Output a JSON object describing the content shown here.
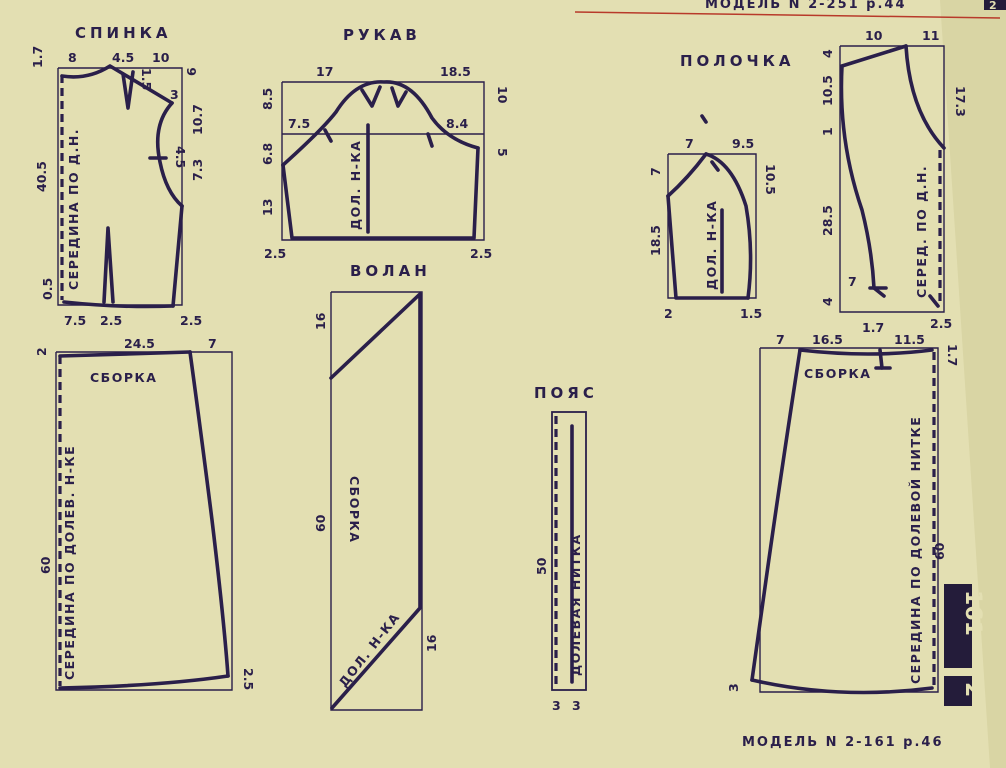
{
  "header": {
    "top_model": "МОДЕЛЬ N 2-251 p.44",
    "corner_digit": "2"
  },
  "badge": {
    "digit": "2",
    "number": "161"
  },
  "footer": {
    "model": "МОДЕЛЬ N 2-161 p.46"
  },
  "spinka": {
    "title": "СПИНКА",
    "center_label": "СЕРЕДИНА ПО Д.Н.",
    "dims": {
      "top_left": "1.7",
      "top_8": "8",
      "top_45": "4.5",
      "top_10": "10",
      "top_right": "6",
      "dart_15": "1.5",
      "side_3": "3",
      "side_107": "10.7",
      "mark_45": "4.5",
      "side_73": "7.3",
      "left_405": "40.5",
      "bottom_left": "0.5",
      "bottom_75": "7.5",
      "bottom_25a": "2.5",
      "bottom_25b": "2.5"
    }
  },
  "rukav": {
    "title": "РУКАВ",
    "grain_label": "ДОЛ. Н-КА",
    "dims": {
      "top_17": "17",
      "top_185": "18.5",
      "left_85": "8.5",
      "right_10": "10",
      "left_75": "7.5",
      "right_84": "8.4",
      "left_68": "6.8",
      "right_5": "5",
      "left_13": "13",
      "bottom_25a": "2.5",
      "bottom_25b": "2.5"
    }
  },
  "polochka_top": {
    "title": "ПОЛОЧКА",
    "grain_label": "ДОЛ. Н-КА",
    "dims": {
      "top_7": "7",
      "top_95": "9.5",
      "left_7": "7",
      "right_105": "10.5",
      "left_185": "18.5",
      "bottom_2": "2",
      "bottom_15": "1.5"
    }
  },
  "polochka": {
    "center_label": "СЕРЕД. ПО Д.Н.",
    "dims": {
      "top_10": "10",
      "top_11": "11",
      "left_4": "4",
      "right_173": "17.3",
      "left_105": "10.5",
      "left_1": "1",
      "left_285": "28.5",
      "mid_7": "7",
      "left_4b": "4",
      "bottom_25": "2.5"
    }
  },
  "volan": {
    "title": "ВОЛАН",
    "gather_label": "СБОРКА",
    "grain_label": "ДОЛ. Н-КА",
    "dims": {
      "top_16": "16",
      "left_60": "60",
      "right_16": "16"
    }
  },
  "poyas": {
    "title": "ПОЯС",
    "grain_label": "ДОЛЕВАЯ НИТКА",
    "dims": {
      "left_50": "50",
      "bottom_3a": "3",
      "bottom_3b": "3"
    }
  },
  "skirt_back": {
    "gather_label": "СБОРКА",
    "center_label": "СЕРЕДИНА ПО ДОЛЕВ. Н-КЕ",
    "dims": {
      "top_2": "2",
      "top_245": "24.5",
      "top_7": "7",
      "left_60": "60",
      "bottom_25": "2.5"
    }
  },
  "skirt_front": {
    "gather_label": "СБОРКА",
    "center_label": "СЕРЕДИНА ПО ДОЛЕВОЙ НИТКЕ",
    "dims": {
      "top_7": "7",
      "top_165": "16.5",
      "top_17": "1.7",
      "top_115": "11.5",
      "right_17": "1.7",
      "right_60": "60",
      "bottom_3": "3"
    }
  }
}
